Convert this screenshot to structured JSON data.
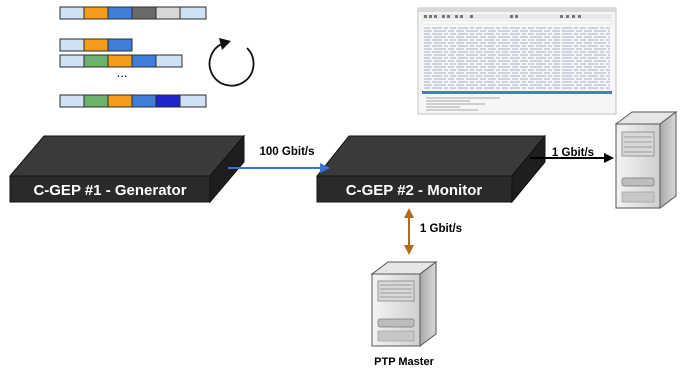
{
  "devices": {
    "generator": {
      "label": "C-GEP #1 - Generator"
    },
    "monitor": {
      "label": "C-GEP #2 - Monitor"
    }
  },
  "links": {
    "generator_to_monitor": {
      "label": "100 Gbit/s",
      "color": "#3a74d6"
    },
    "monitor_to_server": {
      "label": "1 Gbit/s",
      "color": "#000000"
    },
    "monitor_to_ptp": {
      "label": "1 Gbit/s",
      "color": "#b36b1f"
    }
  },
  "servers": {
    "ptp_master": {
      "label": "PTP Master"
    }
  },
  "packet_pattern": {
    "ellipsis": "...",
    "colors": {
      "light_blue": "#cfe0f3",
      "orange": "#f59a1b",
      "blue": "#3f7fd9",
      "dark_gray": "#6a6a6a",
      "light_gray": "#d7d7d7",
      "green": "#6bb26b",
      "deep_blue": "#1f25c9"
    }
  },
  "icons": {
    "refresh": "circular-arrow-icon",
    "server": "server-tower-icon",
    "capture": "packet-capture-window"
  }
}
